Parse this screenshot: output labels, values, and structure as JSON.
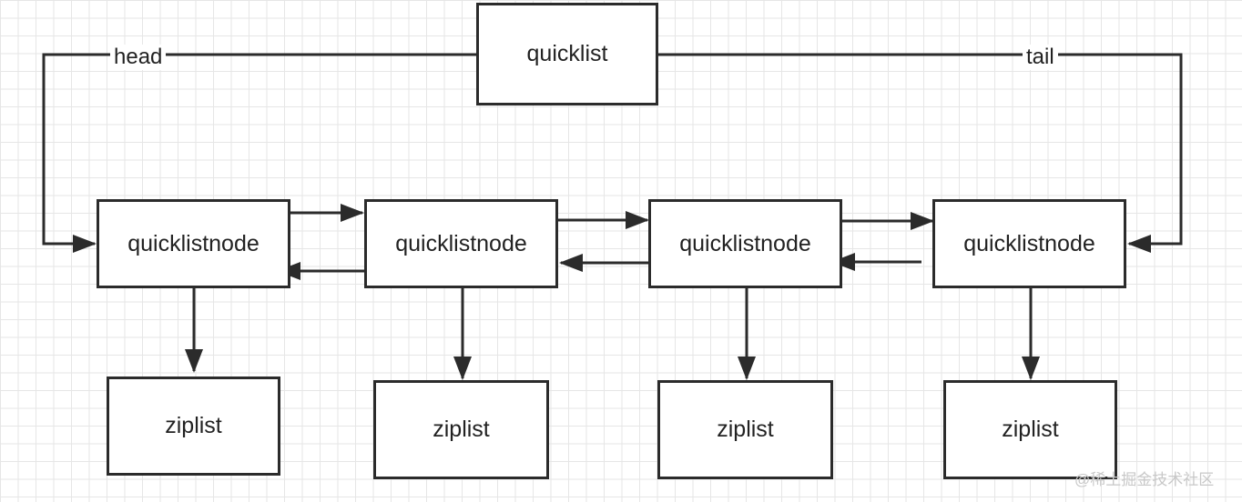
{
  "diagram": {
    "root": {
      "label": "quicklist"
    },
    "edge_labels": {
      "head": "head",
      "tail": "tail"
    },
    "nodes": [
      {
        "label": "quicklistnode",
        "child": "ziplist"
      },
      {
        "label": "quicklistnode",
        "child": "ziplist"
      },
      {
        "label": "quicklistnode",
        "child": "ziplist"
      },
      {
        "label": "quicklistnode",
        "child": "ziplist"
      }
    ]
  },
  "watermark": "@稀土掘金技术社区"
}
